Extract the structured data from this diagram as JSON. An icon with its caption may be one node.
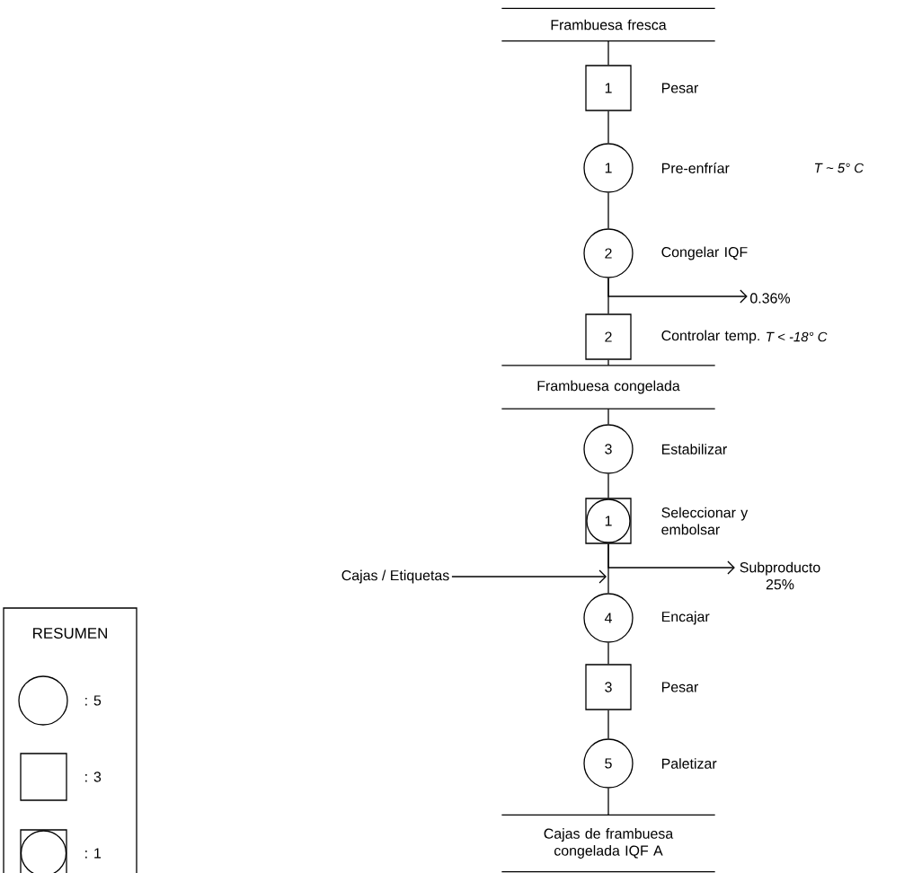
{
  "diagram": {
    "nodes": [
      {
        "text": [
          "Frambuesa fresca"
        ]
      },
      {
        "text": [
          "1"
        ],
        "beside": [
          "Pesar"
        ]
      },
      {
        "text": [
          "1"
        ],
        "beside": [
          "Pre-enfríar"
        ]
      },
      {
        "text": [
          "2"
        ],
        "beside": [
          "Congelar IQF"
        ]
      },
      {
        "text": [
          "2"
        ],
        "beside": [
          "Controlar temp.",
          "T <  -18° C"
        ]
      },
      {
        "text": [
          "Frambuesa congelada"
        ]
      },
      {
        "text": [
          "3"
        ],
        "beside": [
          "Estabilizar"
        ]
      },
      {
        "text": [
          "1"
        ],
        "beside": [
          "Seleccionar y embolsar"
        ]
      },
      {
        "text": [
          "4"
        ],
        "beside": [
          "Encajar"
        ]
      },
      {
        "text": [
          "3"
        ],
        "beside": [
          "Pesar"
        ]
      },
      {
        "text": [
          "5"
        ],
        "beside": [
          "Paletizar"
        ]
      },
      {
        "text": [
          "Cajas de frambuesa congelada IQF A"
        ]
      },
      {
        "text": [
          "0.36%"
        ]
      },
      {
        "text": [
          "Cajas / Etiquetas"
        ]
      },
      {
        "text": [
          "Subproducto 25%"
        ]
      }
    ],
    "edges": [
      {
        "from": 0,
        "to": 1,
        "arrow": "none"
      },
      {
        "from": 1,
        "to": 2,
        "arrow": "none"
      },
      {
        "from": 2,
        "to": 3,
        "arrow": "none"
      },
      {
        "from": 3,
        "to": 4,
        "arrow": "none"
      },
      {
        "from": 4,
        "to": 5,
        "arrow": "none"
      },
      {
        "from": 5,
        "to": 6,
        "arrow": "none"
      },
      {
        "from": 6,
        "to": 7,
        "arrow": "none"
      },
      {
        "from": 7,
        "to": 8,
        "arrow": "none"
      },
      {
        "from": 8,
        "to": 9,
        "arrow": "none"
      },
      {
        "from": 9,
        "to": 10,
        "arrow": "none"
      },
      {
        "from": 10,
        "to": 11,
        "arrow": "none"
      },
      {
        "from": 3,
        "to": 12,
        "arrow": "to"
      },
      {
        "from": 7,
        "to": 14,
        "arrow": "to"
      },
      {
        "from": 13,
        "to": 8,
        "arrow": "to"
      }
    ],
    "labels": [
      "T ~ 5° C",
      "RESUMEN"
    ],
    "legend": [
      {
        "text": ": 5"
      },
      {
        "text": ": 3"
      },
      {
        "text": ": 1"
      }
    ]
  }
}
